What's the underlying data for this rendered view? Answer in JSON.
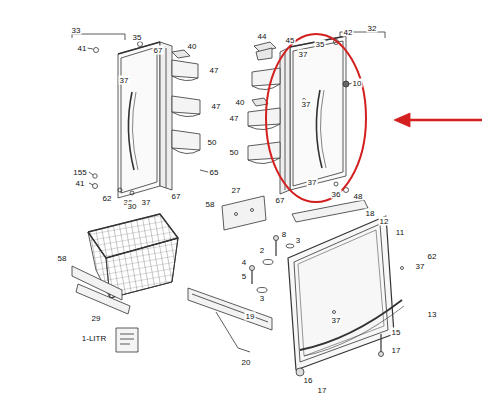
{
  "diagram": {
    "labels": [
      "33",
      "41",
      "35",
      "67",
      "40",
      "37",
      "47",
      "47",
      "50",
      "155",
      "41",
      "65",
      "62",
      "36",
      "37",
      "67",
      "32",
      "44",
      "45",
      "37",
      "35",
      "42",
      "10",
      "40",
      "37",
      "47",
      "50",
      "67",
      "37",
      "36",
      "48",
      "27",
      "58",
      "18",
      "12",
      "11",
      "30",
      "8",
      "3",
      "2",
      "4",
      "5",
      "3",
      "37",
      "62",
      "58",
      "29",
      "19",
      "37",
      "13",
      "1-LITR",
      "20",
      "15",
      "17",
      "16",
      "17"
    ]
  }
}
